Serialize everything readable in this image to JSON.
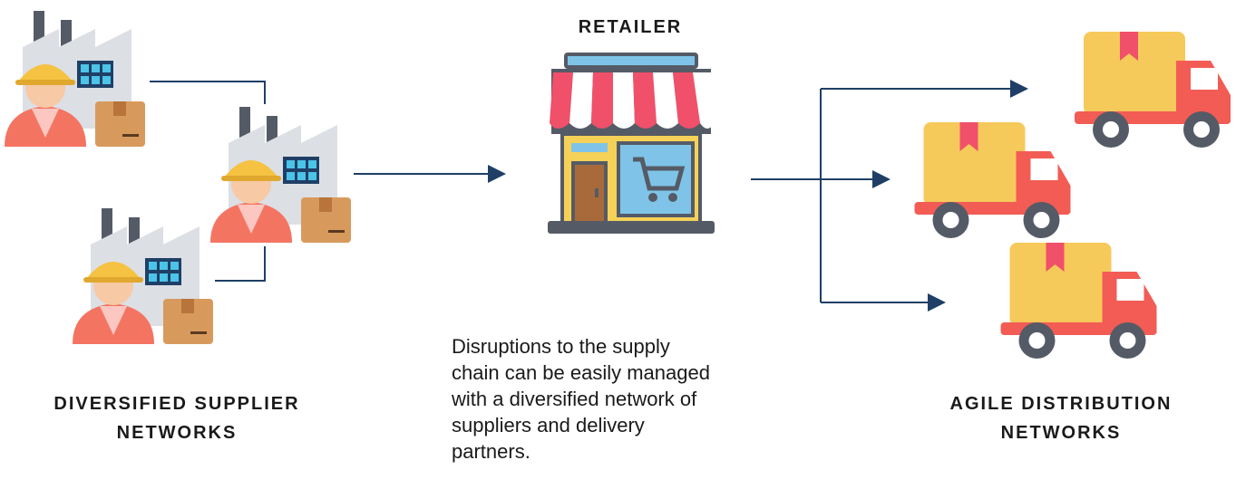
{
  "labels": {
    "retailer": "RETAILER",
    "suppliers_line1": "DIVERSIFIED SUPPLIER",
    "suppliers_line2": "NETWORKS",
    "distribution_line1": "AGILE DISTRIBUTION",
    "distribution_line2": "NETWORKS"
  },
  "description": {
    "line1": "Disruptions to the supply",
    "line2": "chain can be easily managed",
    "line3": "with a diversified network of",
    "line4": "suppliers and delivery",
    "line5": "partners."
  },
  "icons": {
    "supplier": "factory-worker-icon",
    "retailer": "store-icon",
    "delivery": "delivery-truck-icon"
  },
  "colors": {
    "connector": "#1f3f66",
    "worker_body": "#f47462",
    "worker_hat": "#f5c242",
    "box": "#d89a5c",
    "factory_wall": "#dcdfe4",
    "window": "#4cc3e8",
    "awning_red": "#f0506a",
    "store_wall": "#f5d158",
    "truck_cab": "#f25c54",
    "truck_box": "#f6c95b"
  }
}
